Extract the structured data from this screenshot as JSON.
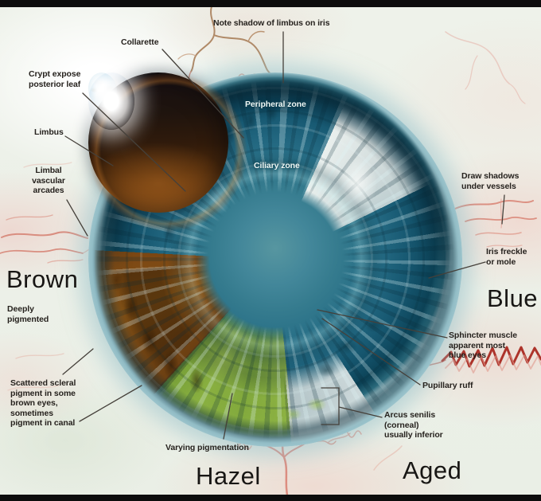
{
  "diagram": {
    "subject": "Iris eye color anatomy comparison",
    "section_labels": {
      "brown": "Brown",
      "blue": "Blue",
      "hazel": "Hazel",
      "aged": "Aged"
    },
    "zone_labels": {
      "peripheral_zone": "Peripheral zone",
      "ciliary_zone": "Ciliary zone"
    },
    "annotations": {
      "note_shadow": "Note shadow of limbus on iris",
      "collarette": "Collarette",
      "crypt_expose": "Crypt expose\nposterior leaf",
      "limbus": "Limbus",
      "limbal_arcades": "Limbal\nvascular\narcades",
      "deeply_pigmented": "Deeply\npigmented",
      "scattered_scleral": "Scattered scleral\npigment in some\nbrown eyes,\nsometimes\npigment in canal",
      "varying_pigmentation": "Varying pigmentation",
      "arcus_senilis": "Arcus senilis\n(corneal)\nusually inferior",
      "pupillary_ruff": "Pupillary ruff",
      "sphincter_muscle": "Sphincter muscle\napparent most\nblue eyes",
      "iris_freckle": "Iris freckle\nor mole",
      "draw_shadows": "Draw shadows\nunder vessels"
    }
  },
  "colors": {
    "iris_teal": "#2a7188",
    "iris_dark_ring": "#0c4256",
    "brown_sector": "#7d4b15",
    "hazel_sector": "#6a8c31",
    "aged_gray": "#e2e7e4",
    "pupil_dark": "#1c1210",
    "pupil_brown": "#8d5118",
    "vessel_pink": "#dd8d80",
    "vessel_red": "#ad332a",
    "background": "#eef2ea",
    "label_text": "#26221e"
  }
}
